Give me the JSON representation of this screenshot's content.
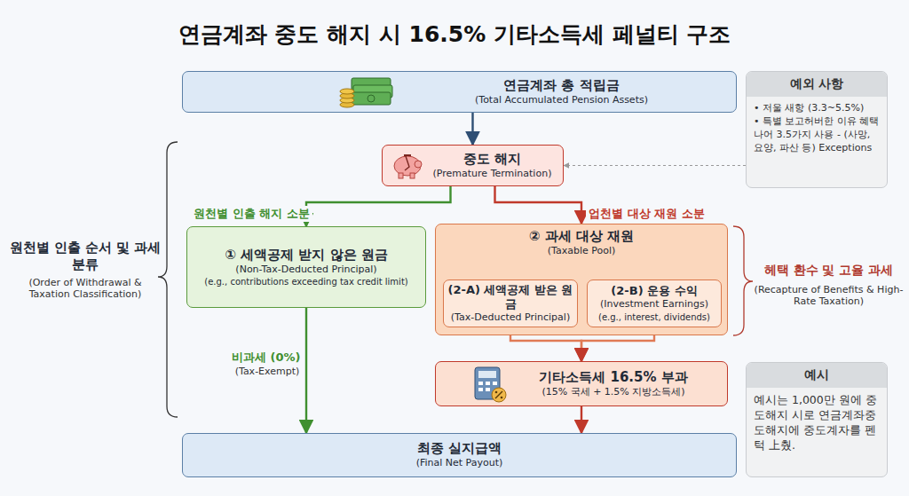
{
  "diagram": {
    "title": "연금계좌 중도 해지 시 16.5% 기타소득세 페널티 구조",
    "nodes": [
      {
        "text": [
          "연금계좌 총 적립금",
          "(Total Accumulated Pension Assets)"
        ]
      },
      {
        "text": [
          "예외 사항",
          "• 저울 새항 (3.3~5.5%)",
          "• 특별 보고허버한 이유 혜택 나어 3.5가지 사용 - (사망, 요양, 파산 등) Exceptions"
        ]
      },
      {
        "text": [
          "중도 해지",
          "(Premature Termination)"
        ]
      },
      {
        "text": [
          "① 세액공제 받지 않은 원금",
          "(Non-Tax-Deducted Principal)",
          "(e.g., contributions exceeding tax credit limit)"
        ]
      },
      {
        "text": [
          "② 과세 대상 재원",
          "(Taxable Pool)"
        ]
      },
      {
        "text": [
          "(2-A) 세액공제 받은 원금",
          "(Tax-Deducted Principal)"
        ],
        "in": 4
      },
      {
        "text": [
          "(2-B) 운용 수익",
          "(Investment Earnings)",
          "(e.g., interest, dividends)"
        ],
        "in": 4
      },
      {
        "text": [
          "기타소득세 16.5% 부과",
          "(15% 국세 + 1.5% 지방소득세)"
        ]
      },
      {
        "text": [
          "예시",
          "예시는 1,000만 원에 중도해지 시로 연금계좌중도해지에 중도계자를 펜턱 上췄."
        ]
      },
      {
        "text": [
          "최종 실지급액",
          "(Final Net Payout)"
        ]
      }
    ],
    "edges": [
      {
        "from": 0,
        "to": 2,
        "arrow": "to"
      },
      {
        "from": 1,
        "to": 2,
        "arrow": "to"
      },
      {
        "from": 2,
        "to": 3,
        "label": "원천별 인출 해지 소분",
        "arrow": "to"
      },
      {
        "from": 2,
        "to": 4,
        "label": "업천별 대상 재원 소분",
        "arrow": "to"
      },
      {
        "from": 4,
        "to": 5,
        "arrow": "to"
      },
      {
        "from": 4,
        "to": 6,
        "arrow": "to"
      },
      {
        "from": 5,
        "to": 7,
        "arrow": "to"
      },
      {
        "from": 6,
        "to": 7,
        "arrow": "to"
      },
      {
        "from": 3,
        "to": 9,
        "label": "비과세 (0%)",
        "arrow": "to"
      },
      {
        "from": 7,
        "to": 9,
        "arrow": "to"
      }
    ],
    "labels": [
      "원천별 인출 순서 및 과세 분류",
      "(Order of Withdrawal & Taxation Classification)",
      "(Tax-Exempt)",
      "헤택 환수 및 고율 과세",
      "(Recapture of Benefits & High-Rate Taxation)"
    ]
  }
}
